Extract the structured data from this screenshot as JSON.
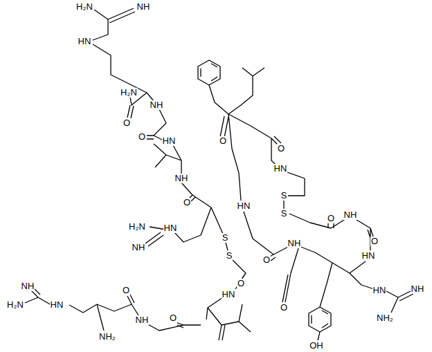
{
  "diagram": {
    "labels": [
      "H₂N",
      "NH",
      "HN",
      "H₂N",
      "NH",
      "O",
      "O",
      "HN",
      "O",
      "O",
      "HN",
      "NH",
      "O",
      "S",
      "S",
      "HN",
      "H₂N",
      "NH",
      "HN",
      "S",
      "S",
      "NH",
      "O",
      "NH",
      "O",
      "O",
      "HN",
      "HN",
      "NH",
      "NH₂",
      "O",
      "NH",
      "O",
      "HN",
      "NH",
      "H₂N",
      "HN",
      "O",
      "NH₂",
      "OH",
      "O"
    ]
  }
}
